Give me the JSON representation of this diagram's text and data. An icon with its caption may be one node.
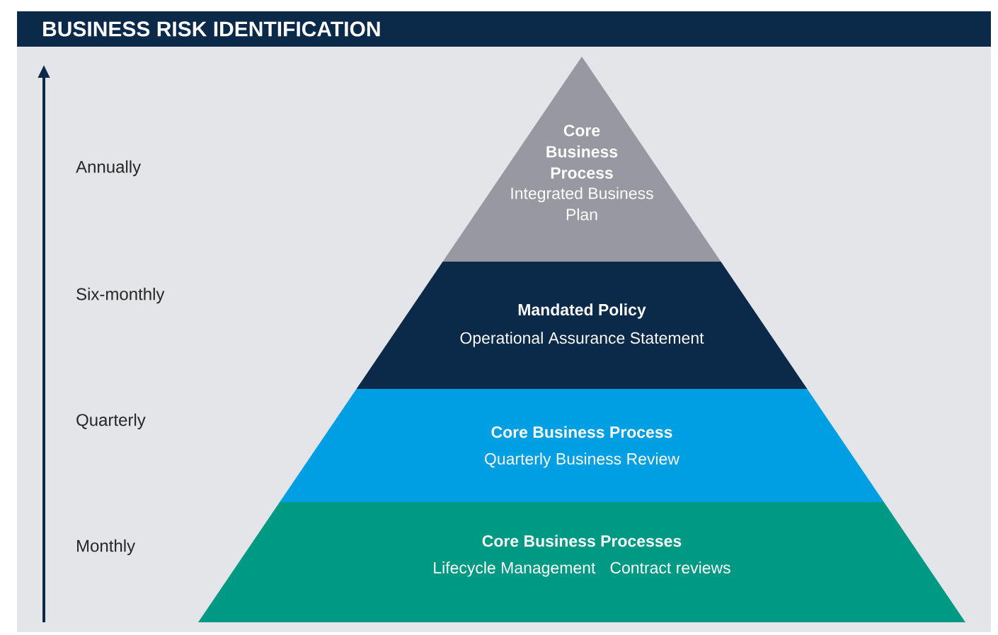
{
  "diagram": {
    "title": "BUSINESS RISK IDENTIFICATION",
    "nodes": [
      {
        "text": [
          "Core Business Process",
          "Integrated Business Plan"
        ]
      },
      {
        "text": [
          "Mandated Policy",
          "Operational Assurance Statement"
        ]
      },
      {
        "text": [
          "Core Business Process",
          "Quarterly Business Review"
        ]
      },
      {
        "text": [
          "Core Business Processes",
          "Lifecycle Management",
          "Contract reviews"
        ]
      }
    ],
    "labels": [
      "Annually",
      "Six-monthly",
      "Quarterly",
      "Monthly"
    ]
  }
}
